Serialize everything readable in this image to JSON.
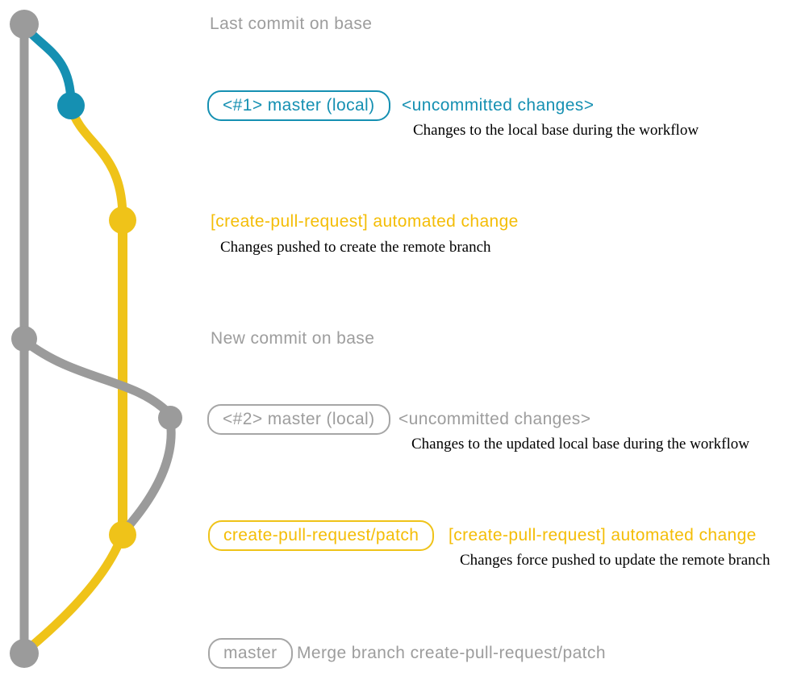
{
  "colors": {
    "gray": "#9B9B9B",
    "gray_text": "#9D9D9D",
    "gray_badge": "#A6A6A6",
    "teal": "#1590B2",
    "yellow": "#EFC319",
    "yellow_text": "#F4BD06",
    "caption_text": "#000000"
  },
  "rows": {
    "last_commit": {
      "label": "Last commit on base"
    },
    "master_local_1": {
      "badge": "<#1> master (local)",
      "status": "<uncommitted changes>",
      "caption": "Changes to the local base during the workflow"
    },
    "automated_1": {
      "label": "[create-pull-request] automated change",
      "caption": "Changes pushed to create the remote branch"
    },
    "new_commit": {
      "label": "New commit on base"
    },
    "master_local_2": {
      "badge": "<#2> master (local)",
      "status": "<uncommitted changes>",
      "caption": "Changes to the updated local base during the workflow"
    },
    "automated_2": {
      "badge": "create-pull-request/patch",
      "label": "[create-pull-request] automated change",
      "caption": "Changes force pushed to update the remote branch"
    },
    "merge": {
      "badge": "master",
      "label": "Merge branch create-pull-request/patch"
    }
  }
}
